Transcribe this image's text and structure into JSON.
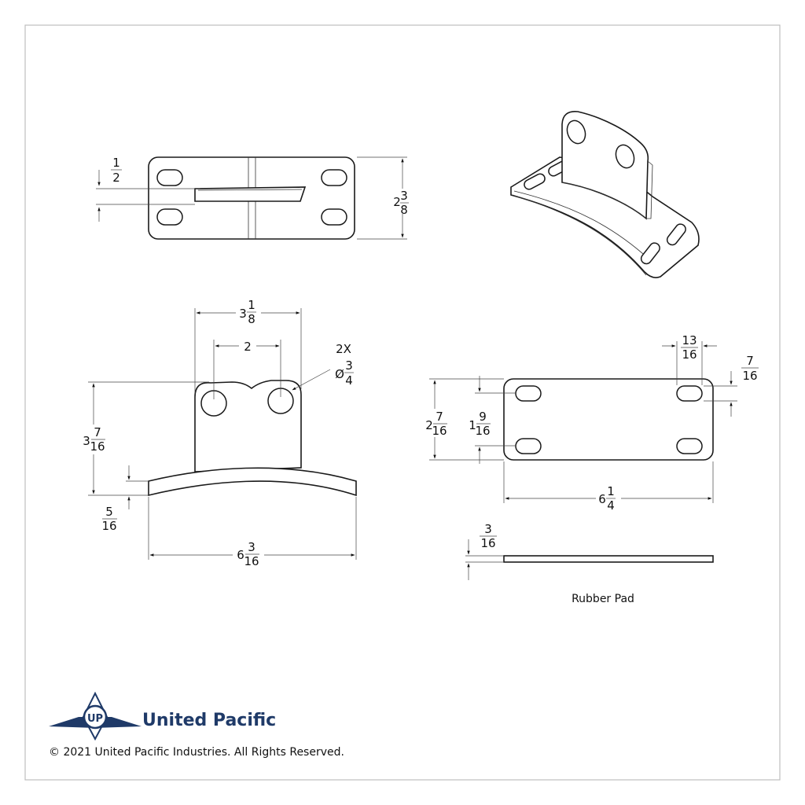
{
  "frame": {
    "border_color": "#bfbfbf"
  },
  "dims": {
    "slot_offset": {
      "whole": "",
      "num": "1",
      "den": "2"
    },
    "top_height": {
      "whole": "2",
      "num": "3",
      "den": "8"
    },
    "plate_width": {
      "whole": "3",
      "num": "1",
      "den": "8"
    },
    "hole_spacing": "2",
    "hole_qty": "2X",
    "hole_dia": {
      "whole": "Ø",
      "num": "3",
      "den": "4"
    },
    "front_height": {
      "whole": "3",
      "num": "7",
      "den": "16"
    },
    "base_thk": {
      "whole": "",
      "num": "5",
      "den": "16"
    },
    "base_len": {
      "whole": "6",
      "num": "3",
      "den": "16"
    },
    "pad_slot_len": {
      "whole": "",
      "num": "13",
      "den": "16"
    },
    "pad_slot_w": {
      "whole": "",
      "num": "7",
      "den": "16"
    },
    "pad_height": {
      "whole": "2",
      "num": "7",
      "den": "16"
    },
    "pad_hole_c": {
      "whole": "1",
      "num": "9",
      "den": "16"
    },
    "pad_len": {
      "whole": "6",
      "num": "1",
      "den": "4"
    },
    "pad_thk": {
      "whole": "",
      "num": "3",
      "den": "16"
    }
  },
  "labels": {
    "rubber_pad": "Rubber Pad"
  },
  "footer": {
    "brand": "United Pacific",
    "logo_monogram": "UP",
    "logo_icon": "united-pacific-wing-logo",
    "brand_color": "#1f3a68",
    "copyright": "© 2021 United Pacific Industries. All Rights Reserved."
  }
}
